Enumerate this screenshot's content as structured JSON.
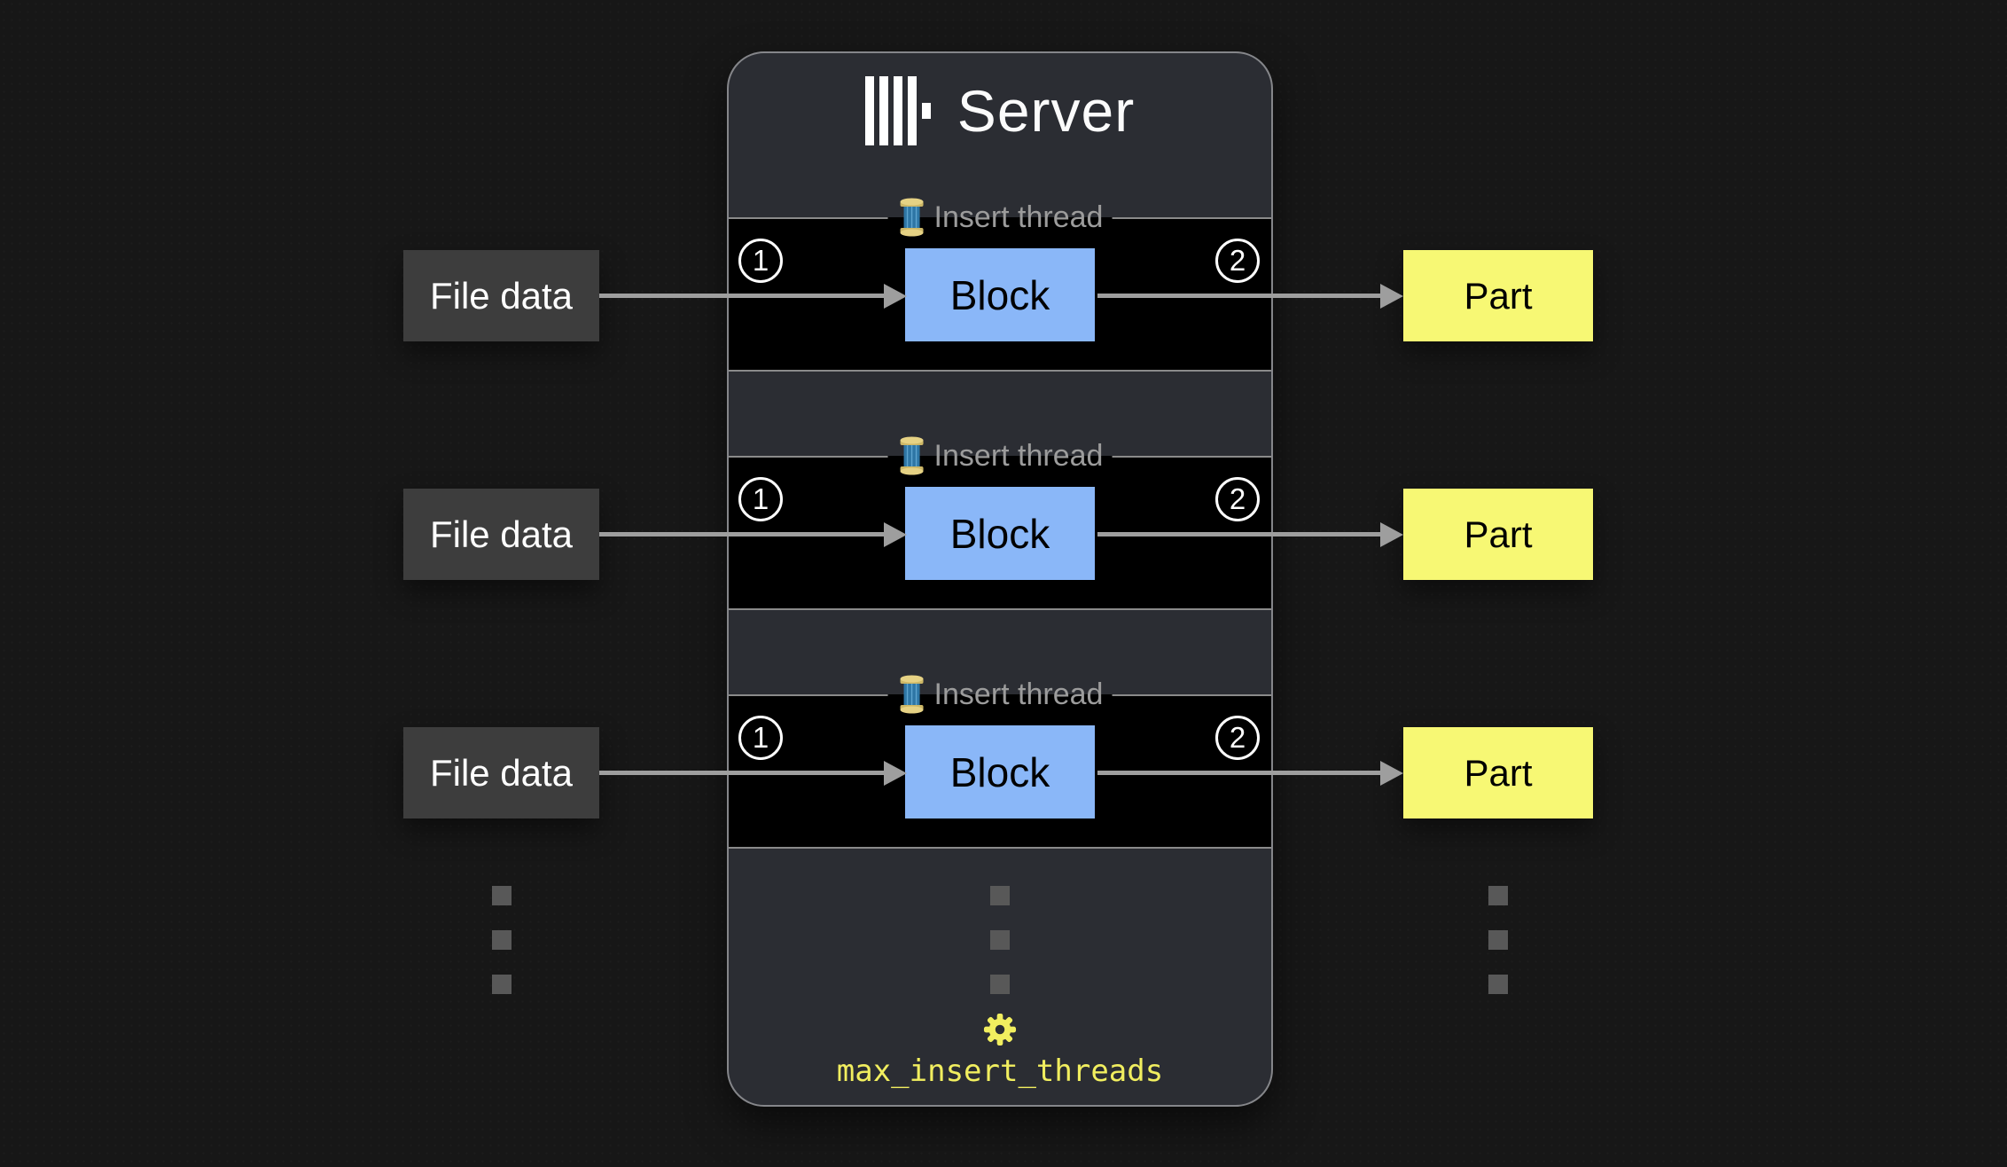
{
  "server": {
    "title": "Server",
    "logo": "clickhouse-logo",
    "threads": [
      {
        "legend": "Insert thread",
        "step_in": "1",
        "block_label": "Block",
        "step_out": "2"
      },
      {
        "legend": "Insert thread",
        "step_in": "1",
        "block_label": "Block",
        "step_out": "2"
      },
      {
        "legend": "Insert thread",
        "step_in": "1",
        "block_label": "Block",
        "step_out": "2"
      }
    ],
    "setting": {
      "label": "max_insert_threads"
    }
  },
  "inputs": [
    {
      "label": "File data"
    },
    {
      "label": "File data"
    },
    {
      "label": "File data"
    }
  ],
  "outputs": [
    {
      "label": "Part"
    },
    {
      "label": "Part"
    },
    {
      "label": "Part"
    }
  ],
  "colors": {
    "page_bg": "#171717",
    "server_fill": "#2b2d33",
    "server_border": "#85868a",
    "band_fill": "#000000",
    "band_border": "#8a8a8a",
    "block_fill": "#8ab7f8",
    "part_fill": "#f7f874",
    "input_fill": "#3d3d3d",
    "legend_text": "#9c9c9c",
    "arrow": "#9e9e9e",
    "accent_yellow": "#f1ee5f",
    "dot": "#585858",
    "text_white": "#ffffff",
    "text_black": "#000000"
  }
}
